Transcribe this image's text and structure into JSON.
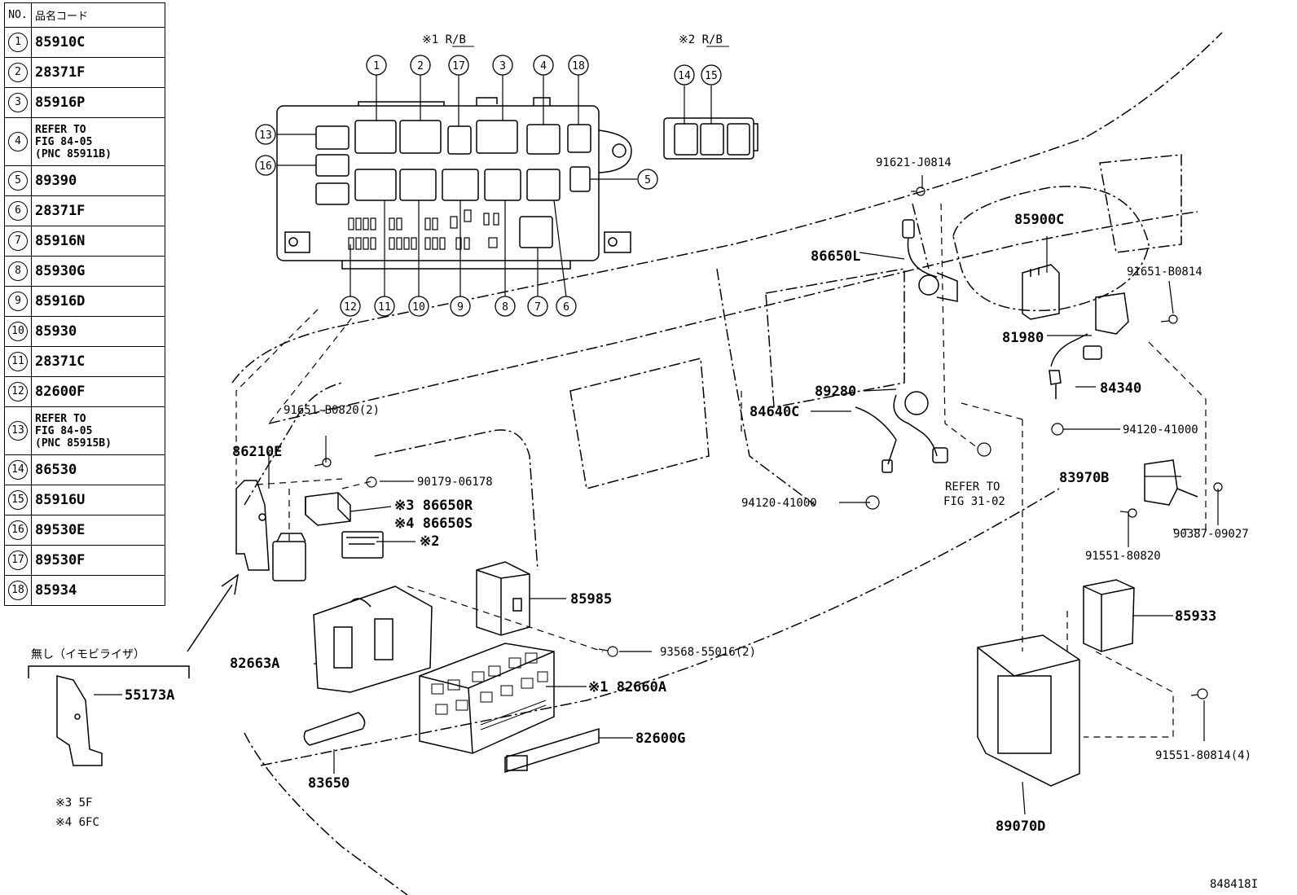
{
  "legend": {
    "header_no": "NO.",
    "header_code": "品名コード",
    "rows": [
      {
        "no": "1",
        "code": "85910C"
      },
      {
        "no": "2",
        "code": "28371F"
      },
      {
        "no": "3",
        "code": "85916P"
      },
      {
        "no": "4",
        "code": "REFER TO\nFIG 84-05\n(PNC 85911B)"
      },
      {
        "no": "5",
        "code": "89390"
      },
      {
        "no": "6",
        "code": "28371F"
      },
      {
        "no": "7",
        "code": "85916N"
      },
      {
        "no": "8",
        "code": "85930G"
      },
      {
        "no": "9",
        "code": "85916D"
      },
      {
        "no": "10",
        "code": "85930"
      },
      {
        "no": "11",
        "code": "28371C"
      },
      {
        "no": "12",
        "code": "82600F"
      },
      {
        "no": "13",
        "code": "REFER TO\nFIG 84-05\n(PNC 85915B)"
      },
      {
        "no": "14",
        "code": "86530"
      },
      {
        "no": "15",
        "code": "85916U"
      },
      {
        "no": "16",
        "code": "89530E"
      },
      {
        "no": "17",
        "code": "89530F"
      },
      {
        "no": "18",
        "code": "85934"
      }
    ]
  },
  "headings": {
    "rb1": "※1 R/B",
    "rb2": "※2 R/B"
  },
  "notes": {
    "immobilizer": "無し（イモビライザ）",
    "note3": "※3 5F",
    "note4": "※4 6FC",
    "figure_id": "848418I"
  },
  "callouts": {
    "c1": "1",
    "c2": "2",
    "c3": "3",
    "c4": "4",
    "c5": "5",
    "c6": "6",
    "c7": "7",
    "c8": "8",
    "c9": "9",
    "c10": "10",
    "c11": "11",
    "c12": "12",
    "c13": "13",
    "c14": "14",
    "c15": "15",
    "c16": "16",
    "c17": "17",
    "c18": "18"
  },
  "parts": {
    "p86650L": "86650L",
    "p91621": "91621-J0814",
    "p85900C": "85900C",
    "p91651_B0814": "91651-B0814",
    "p81980": "81980",
    "p84340": "84340",
    "p89280": "89280",
    "p84640C": "84640C",
    "p94120_right": "94120-41000",
    "p83970B": "83970B",
    "p90387": "90387-09027",
    "p91551_80820": "91551-80820",
    "p94120_mid": "94120-41000",
    "p refer_a": "REFER TO",
    "refer_a": "REFER TO",
    "refer_b": "FIG 31-02",
    "p91651_B0820": "91651-B0820(2)",
    "p86210E": "86210E",
    "p90179": "90179-06178",
    "p86650R": "※3 86650R",
    "p86650S": "※4 86650S",
    "p_x2": "※2",
    "p85985": "85985",
    "p93568": "93568-55016(2)",
    "p82663A": "82663A",
    "p82660A": "※1 82660A",
    "p82600G": "82600G",
    "p83650": "83650",
    "p55173A": "55173A",
    "p85933": "85933",
    "p91551_80814": "91551-80814(4)",
    "p89070D": "89070D"
  }
}
